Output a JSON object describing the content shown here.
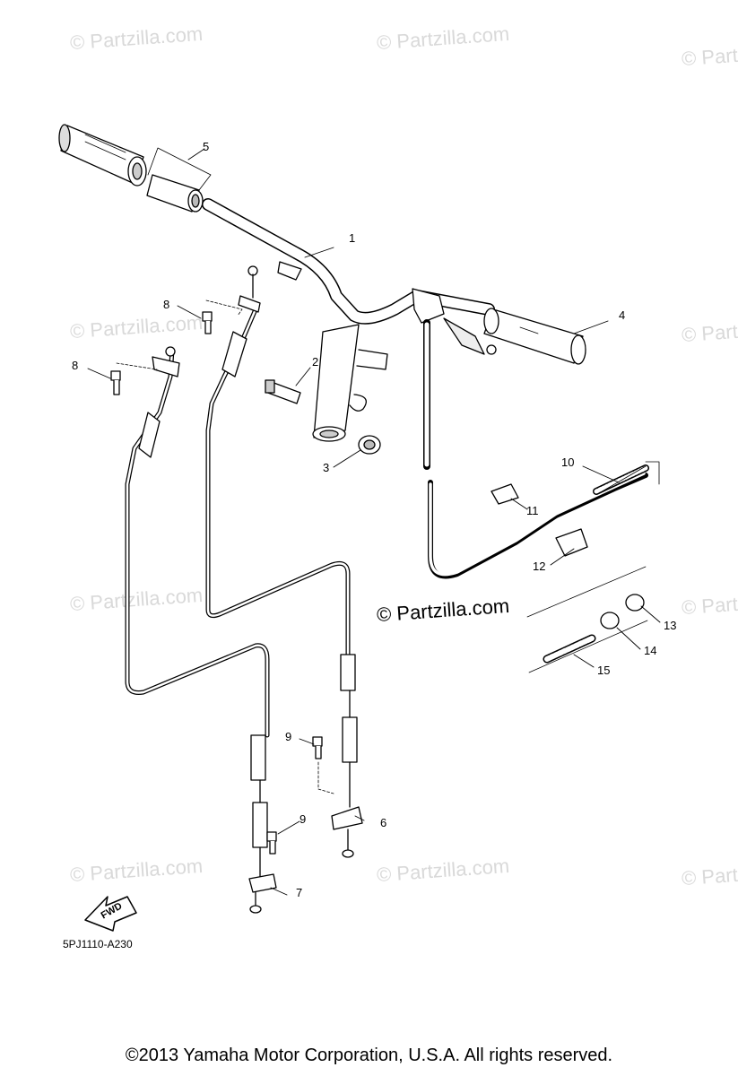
{
  "watermark": "© Partzilla.com",
  "center_watermark": "© Partzilla.com",
  "fwd_label": "FWD",
  "diagram_code": "5PJ1110-A230",
  "copyright": "©2013 Yamaha Motor Corporation, U.S.A. All rights reserved.",
  "callouts": {
    "c1": "1",
    "c2": "2",
    "c3": "3",
    "c4": "4",
    "c5": "5",
    "c6": "6",
    "c7": "7",
    "c8a": "8",
    "c8b": "8",
    "c9a": "9",
    "c9b": "9",
    "c10": "10",
    "c11": "11",
    "c12": "12",
    "c13": "13",
    "c14": "14",
    "c15": "15"
  }
}
